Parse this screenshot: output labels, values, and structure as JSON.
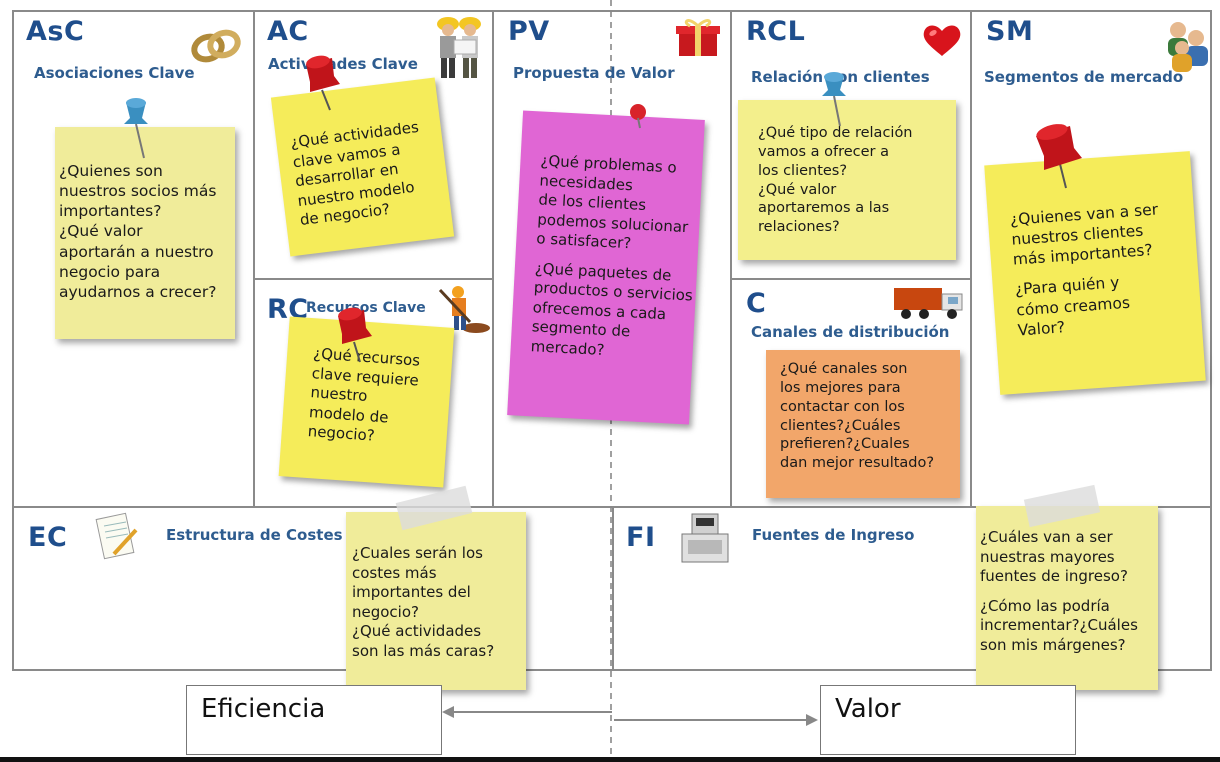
{
  "colors": {
    "code": "#1f4e8c",
    "title": "#2e5c8f",
    "note_yellow": "#f5ec84",
    "note_pale": "#f0ec9a",
    "note_pink": "#e267d6",
    "note_orange": "#f2a66a",
    "note_tape": "#efe9a8",
    "border": "#8a8a8a"
  },
  "blocks": {
    "asc": {
      "code": "AsC",
      "title": "Asociaciones Clave",
      "note": "¿Quienes son\nnuestros socios más\nimportantes?\n¿Qué valor\naportarán a nuestro\nnegocio para\nayudarnos a crecer?"
    },
    "ac": {
      "code": "AC",
      "title": "Actividades Clave",
      "note": "¿Qué actividades\nclave vamos a\ndesarrollar en\nnuestro modelo\nde negocio?"
    },
    "rc": {
      "code": "RC",
      "title": "Recursos Clave",
      "note": "¿Qué recursos\nclave requiere\nnuestro\nmodelo de\nnegocio?"
    },
    "pv": {
      "code": "PV",
      "title": "Propuesta de Valor",
      "note_1": "¿Qué problemas o\nnecesidades\nde los clientes\npodemos solucionar\no satisfacer?",
      "note_2": "¿Qué paquetes de\nproductos o servicios\nofrecemos a cada\nsegmento de\nmercado?"
    },
    "rcl": {
      "code": "RCL",
      "title": "Relación con clientes",
      "note": "¿Qué tipo de relación\nvamos a ofrecer a\nlos clientes?\n¿Qué valor\naportaremos a las\nrelaciones?"
    },
    "c": {
      "code": "C",
      "title": "Canales de distribución",
      "note": "¿Qué canales son\nlos mejores para\ncontactar con los\nclientes?¿Cuáles\nprefieren?¿Cuales\ndan mejor resultado?"
    },
    "sm": {
      "code": "SM",
      "title": "Segmentos de mercado",
      "note_1": "¿Quienes van a ser\nnuestros clientes\nmás importantes?",
      "note_2": "¿Para quién y\ncómo creamos\nValor?"
    },
    "ec": {
      "code": "EC",
      "title": "Estructura de Costes",
      "note": "¿Cuales serán los\ncostes más\nimportantes del\nnegocio?\n¿Qué actividades\nson las más caras?"
    },
    "fi": {
      "code": "FI",
      "title": "Fuentes de Ingreso",
      "note_1": "¿Cuáles van a ser\nnuestras mayores\nfuentes de ingreso?",
      "note_2": "¿Cómo las podría\nincrementar?¿Cuáles\nson mis márgenes?"
    }
  },
  "outcomes": {
    "left": "Eficiencia",
    "right": "Valor"
  },
  "icons": {
    "asc": "rings-icon",
    "ac": "workers-icon",
    "rc": "digging-worker-icon",
    "pv": "gift-icon",
    "rcl": "heart-icon",
    "c": "truck-icon",
    "sm": "people-icon",
    "ec": "notepad-icon",
    "fi": "cash-register-icon"
  }
}
